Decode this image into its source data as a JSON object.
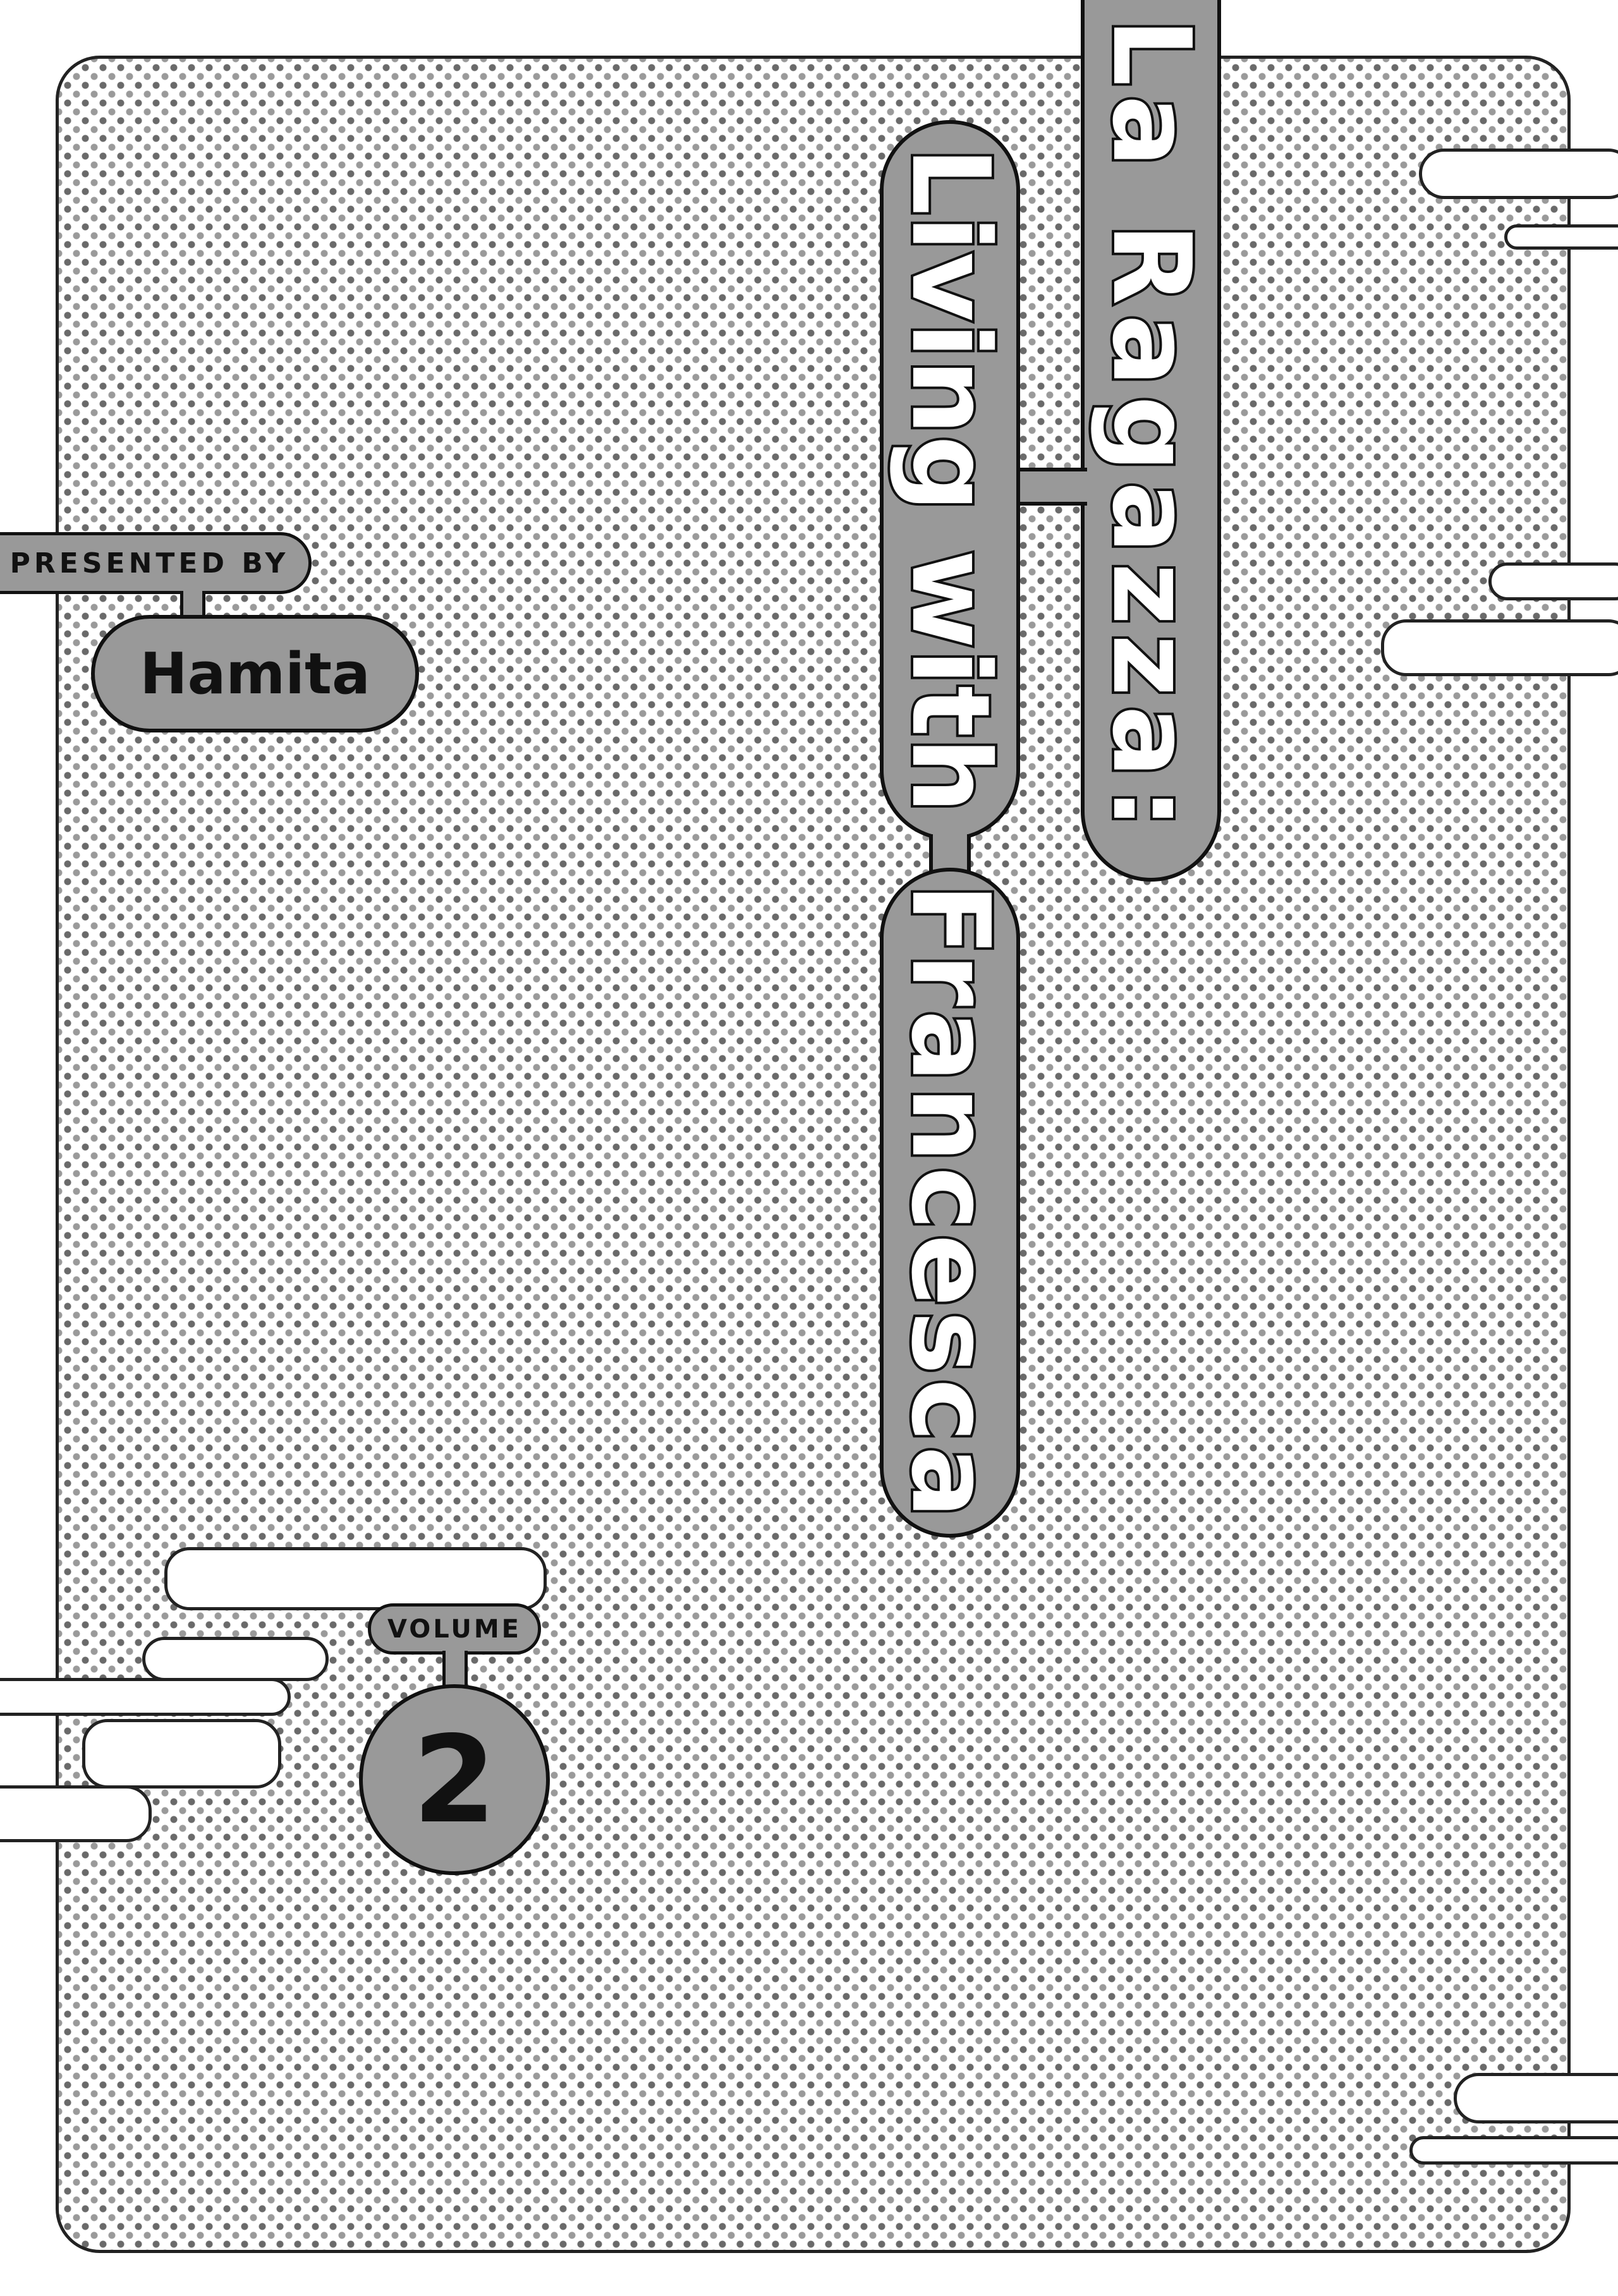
{
  "title": {
    "line1": "La Ragazza:",
    "line2": "Living with",
    "line3": "Francesca"
  },
  "credit": {
    "presented_by_label": "PRESENTED BY",
    "author": "Hamita"
  },
  "volume": {
    "label": "VOLUME",
    "number": "2"
  },
  "colors": {
    "pill_fill": "#999999",
    "outline": "#111111",
    "dot_dark": "#6a6a6a",
    "dot_light": "#9a9a9a"
  }
}
